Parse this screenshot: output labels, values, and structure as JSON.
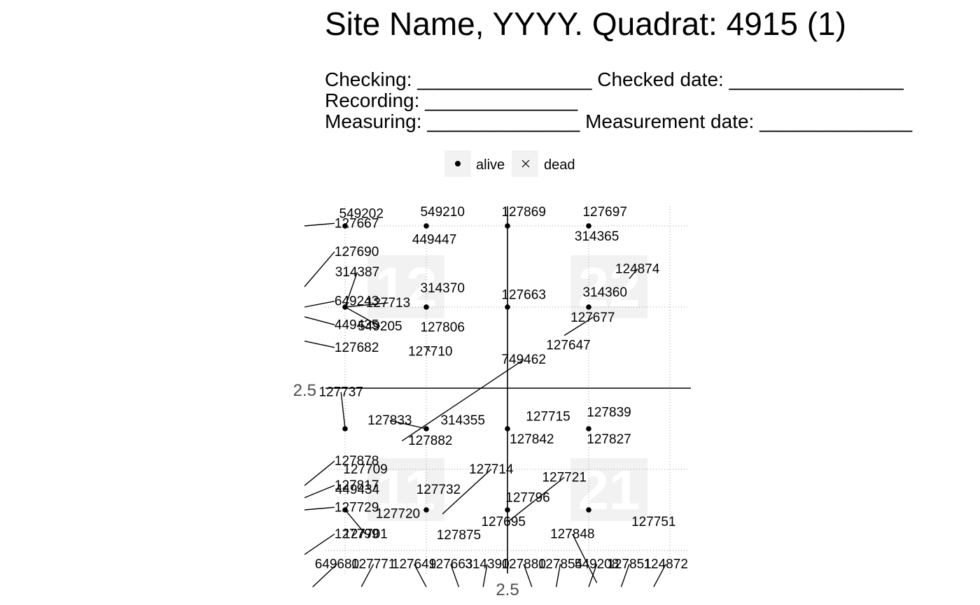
{
  "title": "Site Name, YYYY. Quadrat: 4915 (1)",
  "header_lines": [
    "Checking: ________________ Checked date: ________________",
    "Recording: ______________",
    "Measuring: ______________ Measurement date: ______________"
  ],
  "legend": [
    {
      "label": "alive",
      "symbol": "dot"
    },
    {
      "label": "dead",
      "symbol": "cross"
    }
  ],
  "colors": {
    "background": "#ffffff",
    "legend_key_bg": "#f2f2f2",
    "subquadrat_bg": "#f2f2f2",
    "grid": "#999999",
    "axis_text": "#4d4d4d"
  },
  "chart_data": {
    "type": "scatter",
    "xlim": [
      0,
      5
    ],
    "ylim": [
      0,
      5
    ],
    "x_ticks": [
      "2.5"
    ],
    "y_ticks": [
      "2.5"
    ],
    "x_major": 2.5,
    "y_major": 2.5,
    "x_minor": [
      0.5,
      1.5,
      3.5,
      4.5
    ],
    "y_minor": [
      0.5,
      1.5,
      3.5,
      4.5
    ],
    "subquadrats": [
      {
        "label": "12",
        "x": 1.25,
        "y": 3.75
      },
      {
        "label": "22",
        "x": 3.75,
        "y": 3.75
      },
      {
        "label": "11",
        "x": 1.25,
        "y": 1.25
      },
      {
        "label": "21",
        "x": 3.75,
        "y": 1.25
      }
    ],
    "points": [
      {
        "x": 0.5,
        "y": 4.5,
        "status": "alive"
      },
      {
        "x": 1.5,
        "y": 4.5,
        "status": "alive"
      },
      {
        "x": 2.5,
        "y": 4.5,
        "status": "alive"
      },
      {
        "x": 3.5,
        "y": 4.5,
        "status": "alive"
      },
      {
        "x": 0.5,
        "y": 3.5,
        "status": "alive"
      },
      {
        "x": 1.5,
        "y": 3.5,
        "status": "alive"
      },
      {
        "x": 2.5,
        "y": 3.5,
        "status": "alive"
      },
      {
        "x": 3.5,
        "y": 3.5,
        "status": "alive"
      },
      {
        "x": 0.5,
        "y": 2.0,
        "status": "alive"
      },
      {
        "x": 1.5,
        "y": 2.0,
        "status": "alive"
      },
      {
        "x": 2.5,
        "y": 2.0,
        "status": "alive"
      },
      {
        "x": 3.5,
        "y": 2.0,
        "status": "alive"
      },
      {
        "x": 0.5,
        "y": 1.0,
        "status": "alive"
      },
      {
        "x": 1.5,
        "y": 1.0,
        "status": "alive"
      },
      {
        "x": 2.5,
        "y": 1.0,
        "status": "alive"
      },
      {
        "x": 3.5,
        "y": 1.0,
        "status": "alive"
      }
    ],
    "tags": [
      {
        "text": "127667",
        "x": 0.37,
        "y": 4.48,
        "anchor": "start",
        "px": 0,
        "py": 4.5
      },
      {
        "text": "549202",
        "x": 0.7,
        "y": 4.6,
        "anchor": "middle"
      },
      {
        "text": "549210",
        "x": 1.7,
        "y": 4.62,
        "anchor": "middle"
      },
      {
        "text": "127869",
        "x": 2.7,
        "y": 4.62,
        "anchor": "middle"
      },
      {
        "text": "127697",
        "x": 3.7,
        "y": 4.62,
        "anchor": "middle"
      },
      {
        "text": "449447",
        "x": 1.6,
        "y": 4.28,
        "anchor": "middle"
      },
      {
        "text": "314365",
        "x": 3.6,
        "y": 4.32,
        "anchor": "middle"
      },
      {
        "text": "127690",
        "x": 0.37,
        "y": 4.13,
        "anchor": "start",
        "px": 0,
        "py": 3.75
      },
      {
        "text": "124874",
        "x": 4.1,
        "y": 3.92,
        "anchor": "middle",
        "px": 4.0,
        "py": 3.85
      },
      {
        "text": "314387",
        "x": 0.65,
        "y": 3.88,
        "anchor": "middle",
        "px": 0.5,
        "py": 3.5
      },
      {
        "text": "314370",
        "x": 1.7,
        "y": 3.68,
        "anchor": "middle"
      },
      {
        "text": "127663",
        "x": 2.7,
        "y": 3.6,
        "anchor": "middle"
      },
      {
        "text": "314360",
        "x": 3.7,
        "y": 3.63,
        "anchor": "middle"
      },
      {
        "text": "649243",
        "x": 0.37,
        "y": 3.52,
        "anchor": "start",
        "px": 0,
        "py": 3.5
      },
      {
        "text": "127713",
        "x": 1.03,
        "y": 3.5,
        "anchor": "middle",
        "px": 0.5,
        "py": 3.5
      },
      {
        "text": "127677",
        "x": 3.55,
        "y": 3.32,
        "anchor": "middle",
        "px": 3.2,
        "py": 3.15
      },
      {
        "text": "449435",
        "x": 0.37,
        "y": 3.23,
        "anchor": "start",
        "px": 0,
        "py": 3.38
      },
      {
        "text": "549205",
        "x": 0.93,
        "y": 3.21,
        "anchor": "middle",
        "px": 0.5,
        "py": 3.5
      },
      {
        "text": "127806",
        "x": 1.7,
        "y": 3.2,
        "anchor": "middle"
      },
      {
        "text": "127647",
        "x": 3.25,
        "y": 2.98,
        "anchor": "middle"
      },
      {
        "text": "127682",
        "x": 0.37,
        "y": 2.95,
        "anchor": "start",
        "px": 0,
        "py": 3.08
      },
      {
        "text": "127710",
        "x": 1.55,
        "y": 2.9,
        "anchor": "middle",
        "px": 1.5,
        "py": 3.0
      },
      {
        "text": "749462",
        "x": 2.7,
        "y": 2.8,
        "anchor": "middle",
        "px": 1.2,
        "py": 1.85
      },
      {
        "text": "127737",
        "x": 0.45,
        "y": 2.4,
        "anchor": "middle",
        "px": 0.5,
        "py": 2.0
      },
      {
        "text": "127833",
        "x": 1.05,
        "y": 2.05,
        "anchor": "middle",
        "px": 1.5,
        "py": 2.0
      },
      {
        "text": "314355",
        "x": 1.95,
        "y": 2.05,
        "anchor": "middle"
      },
      {
        "text": "127715",
        "x": 3.0,
        "y": 2.1,
        "anchor": "middle"
      },
      {
        "text": "127839",
        "x": 3.75,
        "y": 2.15,
        "anchor": "middle"
      },
      {
        "text": "127882",
        "x": 1.55,
        "y": 1.8,
        "anchor": "middle"
      },
      {
        "text": "127842",
        "x": 2.8,
        "y": 1.82,
        "anchor": "middle"
      },
      {
        "text": "127827",
        "x": 3.75,
        "y": 1.82,
        "anchor": "middle"
      },
      {
        "text": "127878",
        "x": 0.37,
        "y": 1.55,
        "anchor": "start",
        "px": 0,
        "py": 1.3
      },
      {
        "text": "127709",
        "x": 0.75,
        "y": 1.45,
        "anchor": "middle"
      },
      {
        "text": "127714",
        "x": 2.3,
        "y": 1.45,
        "anchor": "middle",
        "px": 1.7,
        "py": 0.95
      },
      {
        "text": "127817",
        "x": 0.37,
        "y": 1.25,
        "anchor": "start",
        "px": 0,
        "py": 1.15
      },
      {
        "text": "127721",
        "x": 3.2,
        "y": 1.35,
        "anchor": "middle",
        "px": 2.5,
        "py": 0.85
      },
      {
        "text": "449434",
        "x": 0.65,
        "y": 1.2,
        "anchor": "middle"
      },
      {
        "text": "127732",
        "x": 1.65,
        "y": 1.2,
        "anchor": "middle"
      },
      {
        "text": "127796",
        "x": 2.75,
        "y": 1.1,
        "anchor": "middle"
      },
      {
        "text": "127729",
        "x": 0.37,
        "y": 0.98,
        "anchor": "start",
        "px": 0,
        "py": 1.0
      },
      {
        "text": "127720",
        "x": 1.15,
        "y": 0.9,
        "anchor": "middle"
      },
      {
        "text": "127695",
        "x": 2.45,
        "y": 0.8,
        "anchor": "middle"
      },
      {
        "text": "127751",
        "x": 4.3,
        "y": 0.8,
        "anchor": "middle"
      },
      {
        "text": "127799",
        "x": 0.37,
        "y": 0.65,
        "anchor": "start",
        "px": 0,
        "py": 0.45
      },
      {
        "text": "127701",
        "x": 0.75,
        "y": 0.65,
        "anchor": "middle",
        "px": 0.5,
        "py": 1.0
      },
      {
        "text": "127875",
        "x": 1.9,
        "y": 0.64,
        "anchor": "middle"
      },
      {
        "text": "127848",
        "x": 3.3,
        "y": 0.65,
        "anchor": "middle",
        "px": 3.6,
        "py": 0.1
      },
      {
        "text": "649680",
        "x": 0.4,
        "y": 0.28,
        "anchor": "middle",
        "px": 0.1,
        "py": 0.05
      },
      {
        "text": "127771",
        "x": 0.85,
        "y": 0.28,
        "anchor": "middle",
        "px": 0.7,
        "py": 0.05
      },
      {
        "text": "127649",
        "x": 1.35,
        "y": 0.28,
        "anchor": "middle",
        "px": 1.5,
        "py": 0.05
      },
      {
        "text": "127663",
        "x": 1.8,
        "y": 0.28,
        "anchor": "middle",
        "px": 1.9,
        "py": 0.05
      },
      {
        "text": "314390",
        "x": 2.25,
        "y": 0.28,
        "anchor": "middle",
        "px": 2.2,
        "py": 0.05
      },
      {
        "text": "127880",
        "x": 2.7,
        "y": 0.28,
        "anchor": "middle",
        "px": 2.8,
        "py": 0.05
      },
      {
        "text": "127854",
        "x": 3.15,
        "y": 0.28,
        "anchor": "middle",
        "px": 3.1,
        "py": 0.05
      },
      {
        "text": "549208",
        "x": 3.6,
        "y": 0.28,
        "anchor": "middle",
        "px": 3.5,
        "py": 0.05
      },
      {
        "text": "127851",
        "x": 4.0,
        "y": 0.28,
        "anchor": "middle",
        "px": 3.9,
        "py": 0.05
      },
      {
        "text": "124872",
        "x": 4.45,
        "y": 0.28,
        "anchor": "middle",
        "px": 4.3,
        "py": 0.05
      }
    ]
  }
}
